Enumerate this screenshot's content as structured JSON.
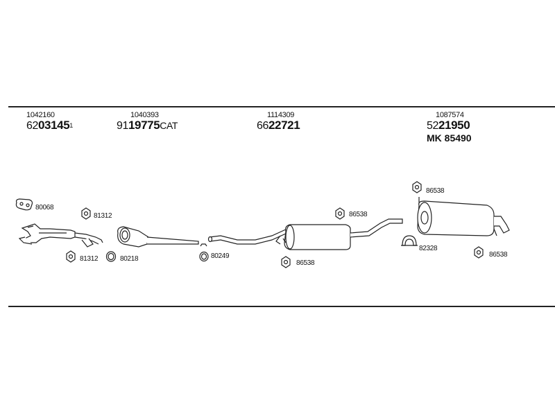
{
  "headers": [
    {
      "ref": "1042160",
      "prefix": "62",
      "main": "03145",
      "suffix": "",
      "sup": "1",
      "sub": ""
    },
    {
      "ref": "1040393",
      "prefix": "91",
      "main": "19775",
      "suffix": "CAT",
      "sup": "",
      "sub": ""
    },
    {
      "ref": "1114309",
      "prefix": "66",
      "main": "22721",
      "suffix": "",
      "sup": "",
      "sub": ""
    },
    {
      "ref": "1087574",
      "prefix": "52",
      "main": "21950",
      "suffix": "",
      "sup": "",
      "sub": "MK  85490"
    }
  ],
  "part_labels": {
    "gasket_front": "80068",
    "rubber_manifold": "81312",
    "rubber_front_lower": "81312",
    "ring_front": "80218",
    "ring_mid": "80249",
    "rubber_center_top": "86538",
    "rubber_center_bottom": "86538",
    "rubber_rear_top": "86538",
    "clamp_rear": "82328",
    "rubber_rear_bottom": "86538"
  }
}
